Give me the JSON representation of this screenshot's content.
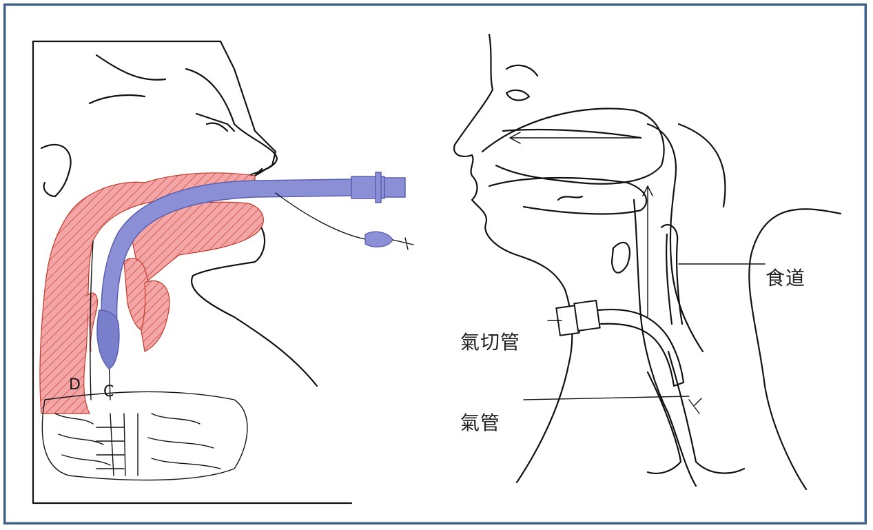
{
  "left_figure": {
    "letters": {
      "d": "D",
      "c": "C"
    },
    "colors": {
      "tissue": "#f4a6a6",
      "hatch": "#c0392b",
      "tube": "#8a8fd6",
      "tube_dark": "#5b5fb0"
    }
  },
  "right_figure": {
    "labels": {
      "esophagus": "食道",
      "trach_tube": "氣切管",
      "trachea": "氣管"
    }
  },
  "frame": {
    "border_color": "#3f5f86"
  }
}
